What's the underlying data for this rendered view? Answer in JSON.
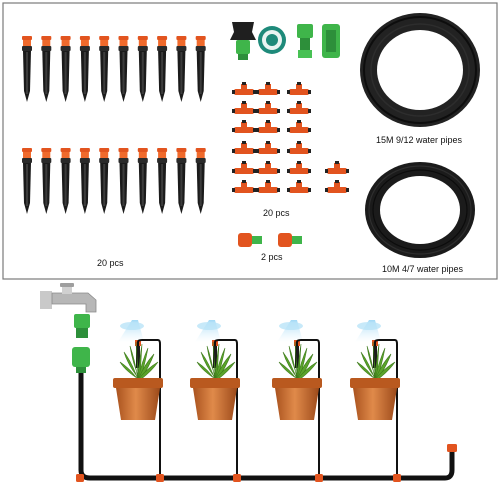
{
  "kit_contents": {
    "stakes_label": "20 pcs",
    "connectors_label": "20 pcs",
    "adapters_label": "2 pcs",
    "pipe_large_label": "15M 9/12 water pipes",
    "pipe_small_label": "10M 4/7 water pipes"
  },
  "colors": {
    "stake_body": "#1b1b1b",
    "sprinkler_orange": "#e2541f",
    "connector_green": "#3fb54a",
    "pipe_black": "#111111",
    "pot_terracotta": "#c8682e",
    "plant_green": "#5aa32a",
    "frame_border": "#7a7a7a"
  },
  "illustration": {
    "plant_pots": 4,
    "stakes_per_row": 10,
    "stake_rows": 2
  }
}
